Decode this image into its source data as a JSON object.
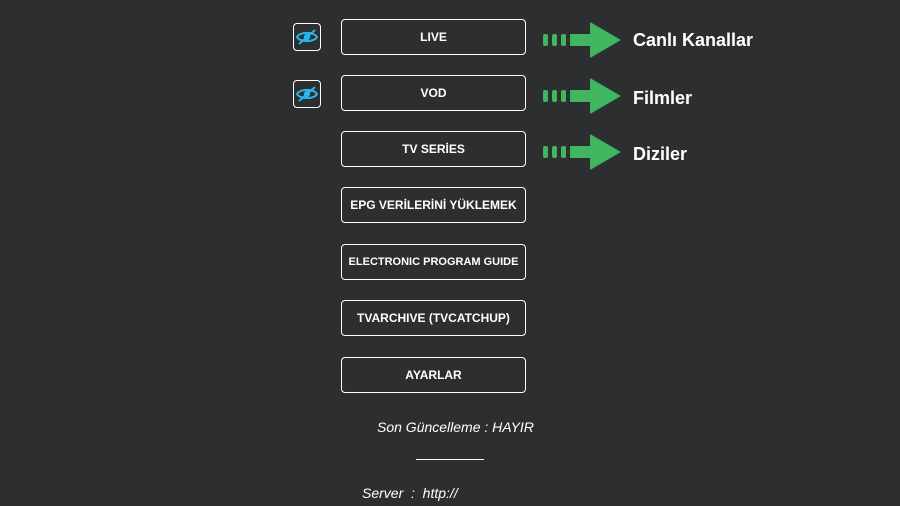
{
  "menu": {
    "live": "LIVE",
    "vod": "VOD",
    "series": "TV SERİES",
    "epg_load": "EPG VERİLERİNİ YÜKLEMEK",
    "epg_guide": "ELECTRONIC PROGRAM GUIDE",
    "archive": "TVARCHIVE (TVCATCHUP)",
    "settings": "AYARLAR"
  },
  "annotations": {
    "live": "Canlı Kanallar",
    "vod": "Filmler",
    "series": "Diziler"
  },
  "footer": {
    "last_update": "Son Güncelleme : HAYIR",
    "server": "Server  :  http://"
  },
  "colors": {
    "background": "#2d2e30",
    "accent_arrow": "#3fb65f",
    "eye_icon": "#29b6e8"
  }
}
